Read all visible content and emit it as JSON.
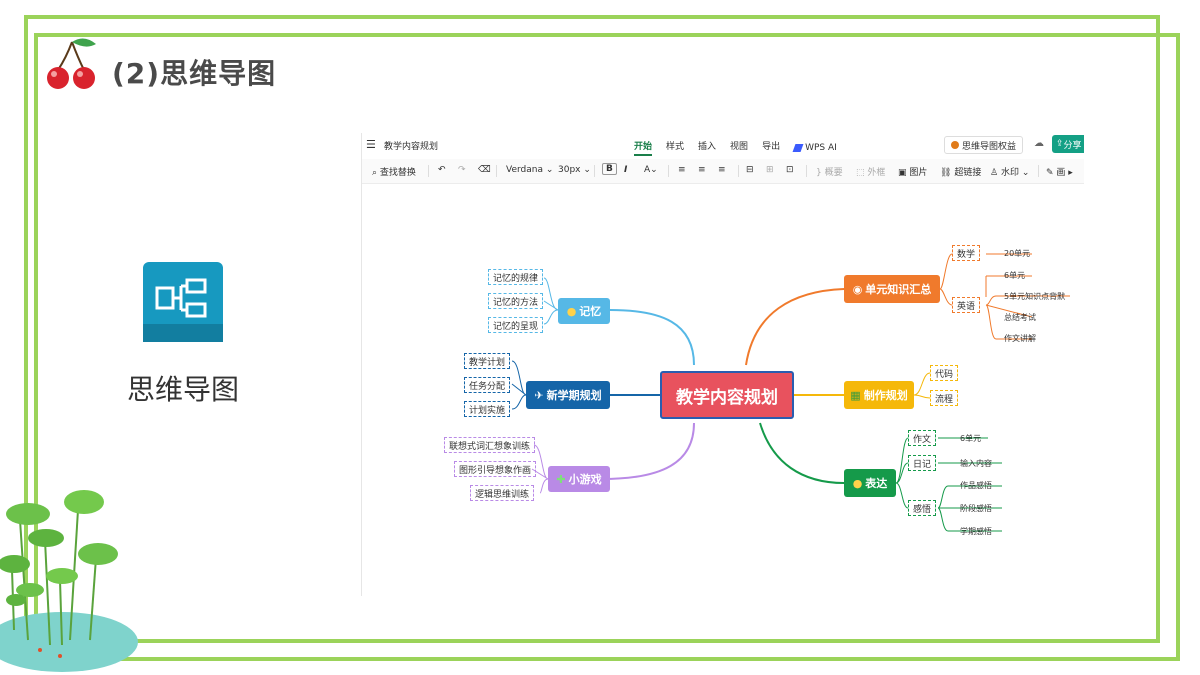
{
  "slide": {
    "title": "(2)思维导图",
    "app_label": "思维导图",
    "accent_color": "#9bd35a"
  },
  "toolbar": {
    "doc_title": "教学内容规划",
    "tabs": [
      "开始",
      "样式",
      "插入",
      "视图",
      "导出"
    ],
    "wps_ai": "WPS AI",
    "benefit": "思维导图权益",
    "share": "分享",
    "find_replace": "查找替换",
    "font": "Verdana",
    "font_size": "30px",
    "summary": "概要",
    "outer_frame": "外框",
    "image": "图片",
    "hyperlink": "超链接",
    "watermark": "水印",
    "paint": "画"
  },
  "mindmap": {
    "center": "教学内容规划",
    "memory": {
      "label": "记忆",
      "children": [
        "记忆的规律",
        "记忆的方法",
        "记忆的呈现"
      ]
    },
    "semester": {
      "label": "新学期规划",
      "children": [
        "教学计划",
        "任务分配",
        "计划实施"
      ]
    },
    "game": {
      "label": "小游戏",
      "children": [
        "联想式词汇想象训练",
        "图形引导想象作画",
        "逻辑思维训练"
      ]
    },
    "unit": {
      "label": "单元知识汇总",
      "math": "数学",
      "math_items": [
        "20单元",
        "6单元"
      ],
      "english": "英语",
      "english_items": [
        "5单元知识点背默",
        "总结考试",
        "作文讲解"
      ]
    },
    "production": {
      "label": "制作规划",
      "children": [
        "代码",
        "流程"
      ]
    },
    "expression": {
      "label": "表达",
      "essay": "作文",
      "essay_item": "6单元",
      "diary": "日记",
      "diary_item": "输入内容",
      "feeling": "感悟",
      "feeling_items": [
        "作品感悟",
        "阶段感悟",
        "学期感悟"
      ]
    },
    "colors": {
      "center": "#e8525e",
      "memory": "#56b8e6",
      "semester": "#1565a8",
      "game": "#b98ae6",
      "unit": "#f07a2c",
      "production": "#f5b80a",
      "expression": "#159a4a"
    }
  }
}
